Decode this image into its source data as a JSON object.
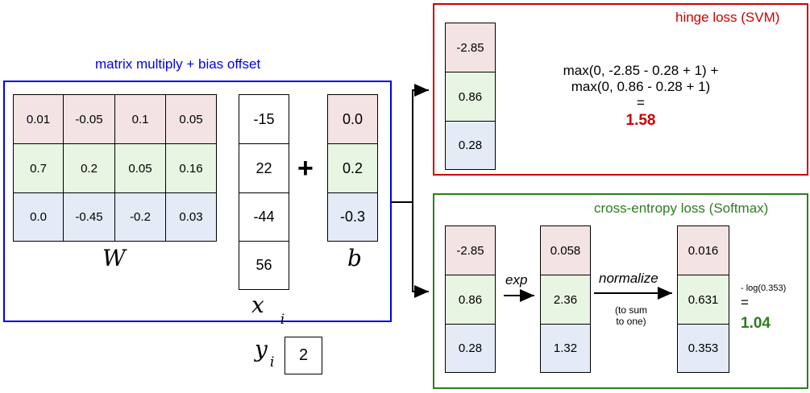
{
  "matrix_section": {
    "title": "matrix multiply + bias offset",
    "W_label": "W",
    "x_label": "x",
    "x_sub": "i",
    "b_label": "b",
    "plus": "+",
    "W": [
      [
        "0.01",
        "-0.05",
        "0.1",
        "0.05"
      ],
      [
        "0.7",
        "0.2",
        "0.05",
        "0.16"
      ],
      [
        "0.0",
        "-0.45",
        "-0.2",
        "0.03"
      ]
    ],
    "x": [
      "-15",
      "22",
      "-44",
      "56"
    ],
    "b": [
      "0.0",
      "0.2",
      "-0.3"
    ]
  },
  "label_section": {
    "y_label": "y",
    "y_sub": "i",
    "y_value": "2"
  },
  "hinge": {
    "title": "hinge loss (SVM)",
    "scores": [
      "-2.85",
      "0.86",
      "0.28"
    ],
    "formula_line1": "max(0, -2.85 - 0.28 + 1) +",
    "formula_line2": "max(0, 0.86 - 0.28 + 1)",
    "equals": "=",
    "result": "1.58"
  },
  "softmax": {
    "title": "cross-entropy loss (Softmax)",
    "scores": [
      "-2.85",
      "0.86",
      "0.28"
    ],
    "exp_label": "exp",
    "exp_values": [
      "0.058",
      "2.36",
      "1.32"
    ],
    "normalize_label": "normalize",
    "normalize_note_line1": "(to sum",
    "normalize_note_line2": "to one)",
    "probs": [
      "0.016",
      "0.631",
      "0.353"
    ],
    "log_label": "- log(0.353)",
    "equals": "=",
    "result": "1.04"
  },
  "colors": {
    "matrix_frame": "#0000ee",
    "hinge_frame": "#cc0000",
    "softmax_frame": "#2e7d1f",
    "row_red": "#f4e3e3",
    "row_green": "#e8f5e3",
    "row_blue": "#e4eaf6"
  }
}
